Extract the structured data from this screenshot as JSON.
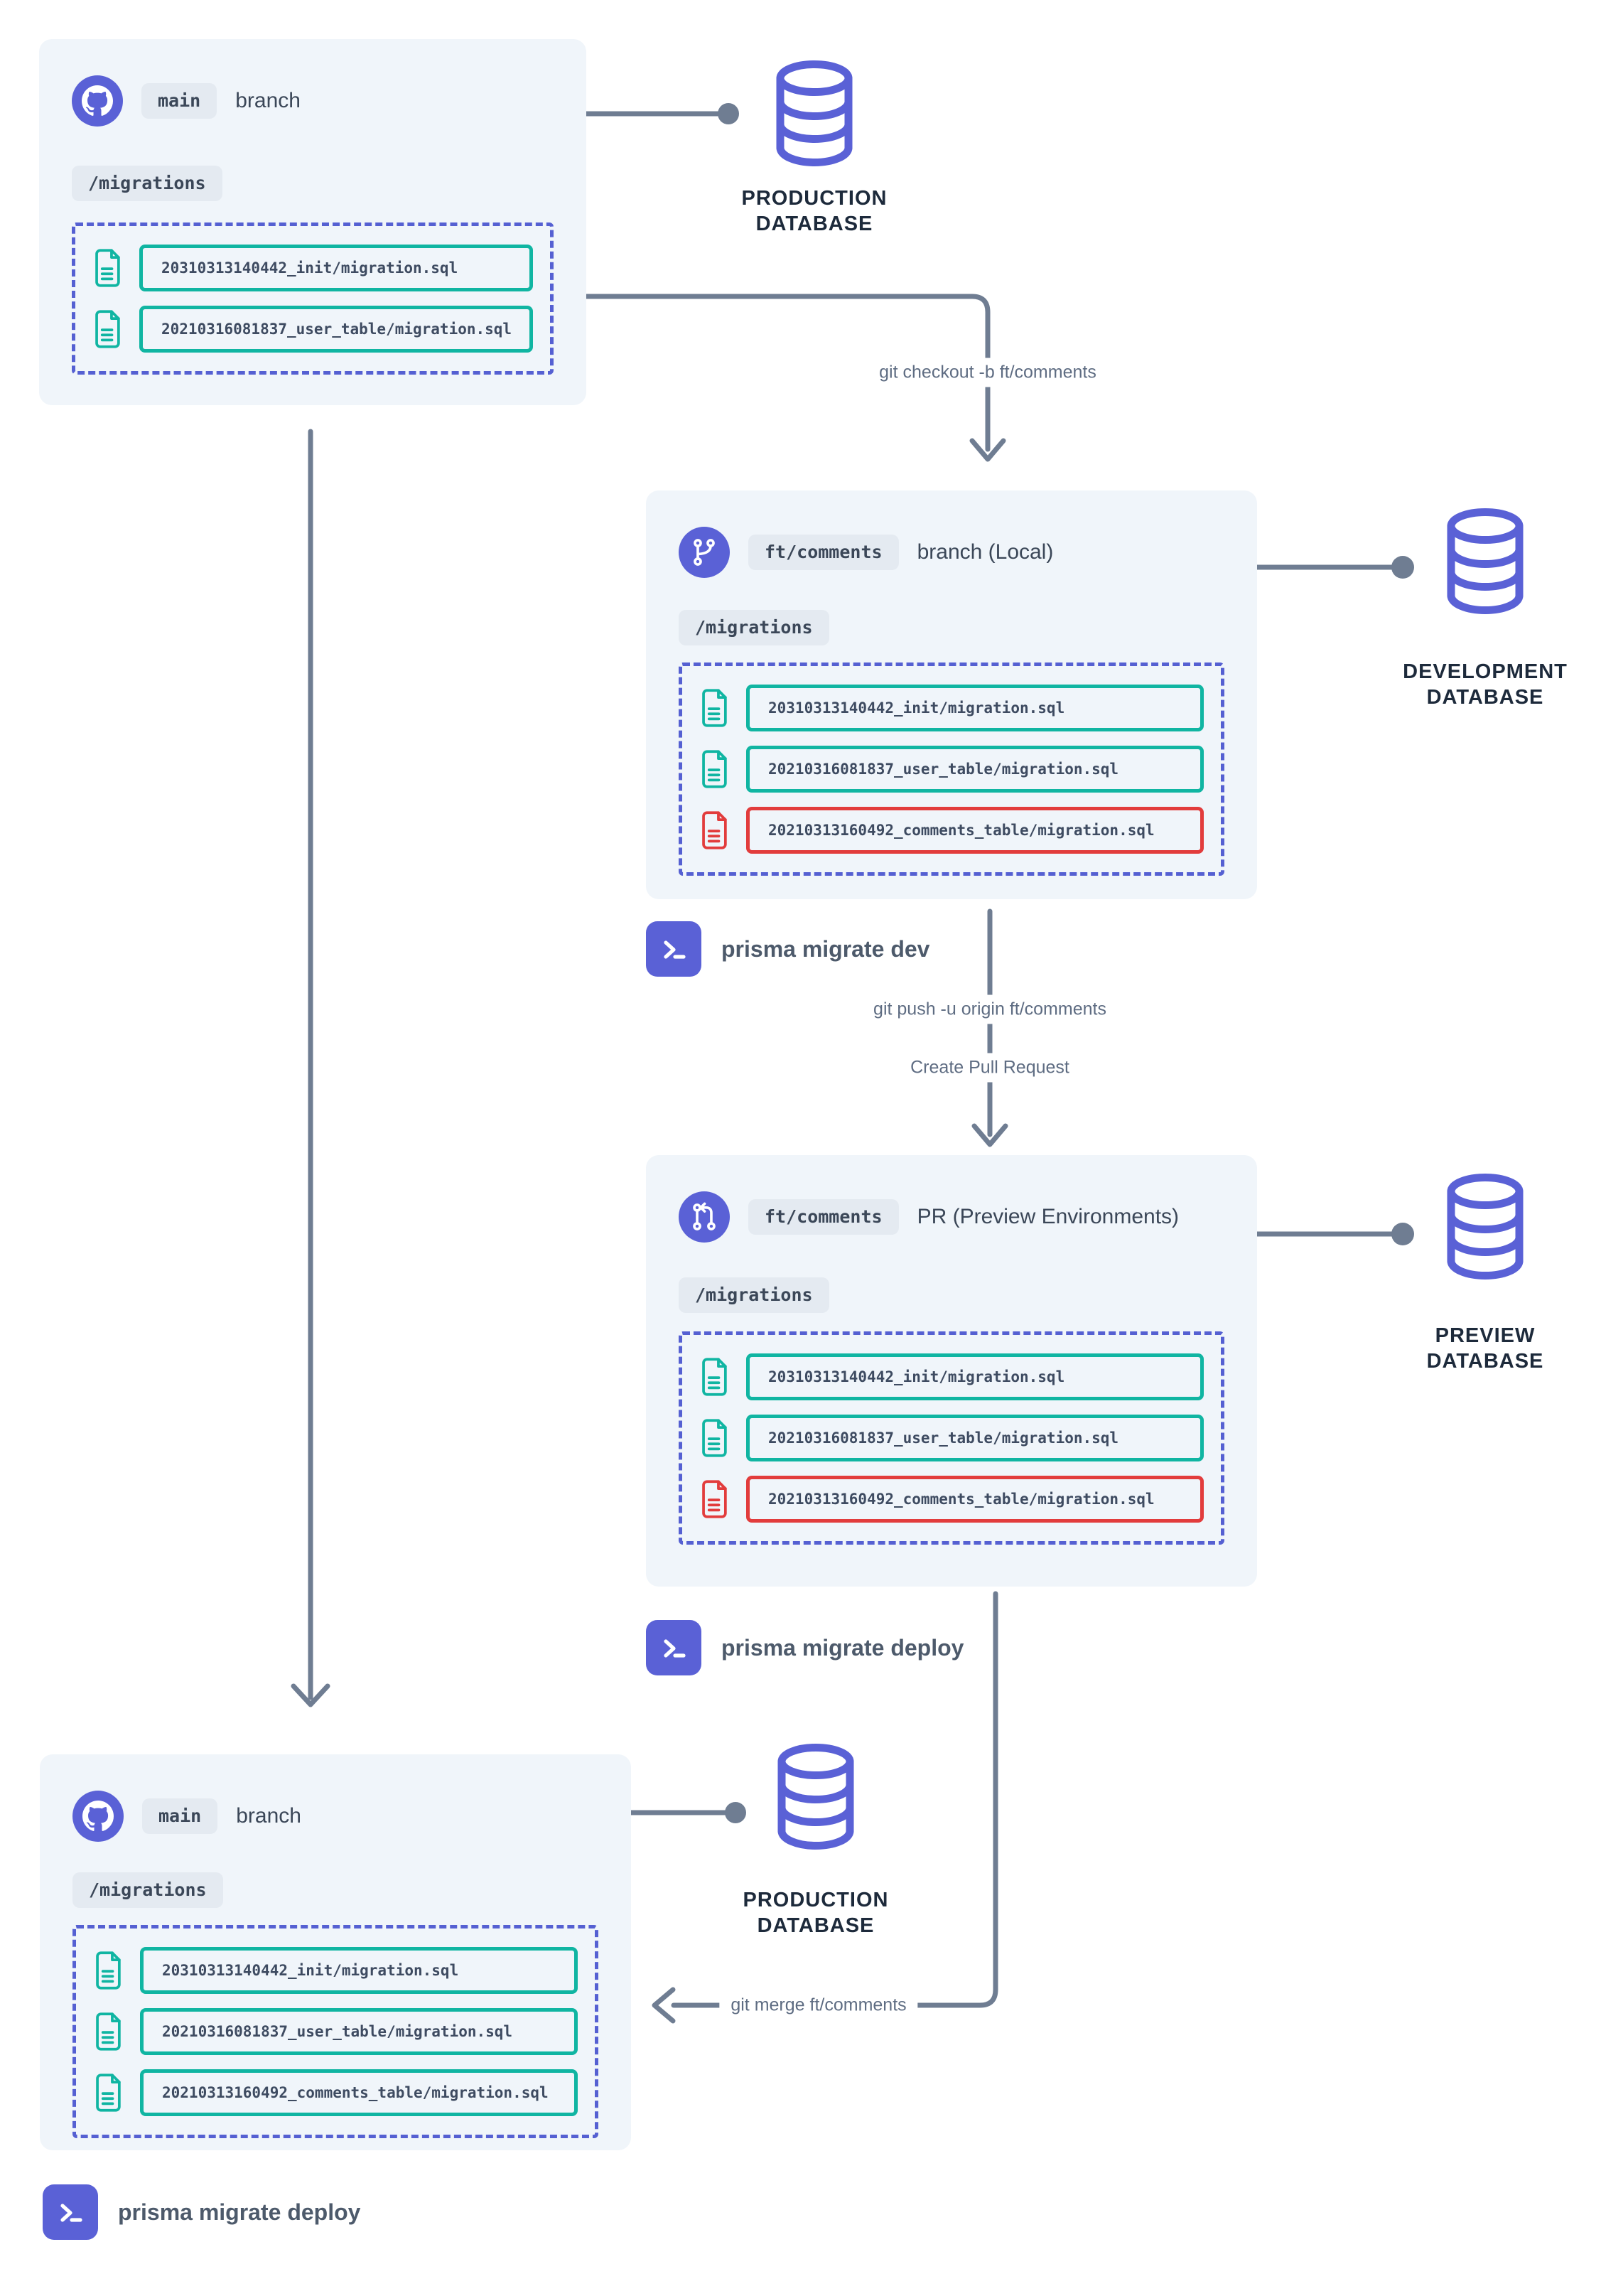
{
  "colors": {
    "accent_purple": "#5A61D6",
    "migration_applied_teal": "#10B5A2",
    "migration_new_red": "#E23C3C",
    "wire_gray": "#6F7D92",
    "panel_background": "#F0F5FA",
    "chip_background": "#E4EAF1"
  },
  "icons": {
    "github": "github-icon",
    "git_branch": "git-branch-icon",
    "git_pull_request": "git-pull-request-icon",
    "sql_file": "sql-file-icon",
    "database": "database-icon",
    "terminal": "terminal-icon"
  },
  "panels": {
    "top_main": {
      "badge": "main",
      "label": "branch",
      "folder": "/migrations",
      "files": [
        {
          "name": "20310313140442_init/migration.sql",
          "status": "applied"
        },
        {
          "name": "20210316081837_user_table/migration.sql",
          "status": "applied"
        }
      ]
    },
    "local_branch": {
      "badge": "ft/comments",
      "label": "branch (Local)",
      "folder": "/migrations",
      "files": [
        {
          "name": "20310313140442_init/migration.sql",
          "status": "applied"
        },
        {
          "name": "20210316081837_user_table/migration.sql",
          "status": "applied"
        },
        {
          "name": "20210313160492_comments_table/migration.sql",
          "status": "new"
        }
      ]
    },
    "pr_preview": {
      "badge": "ft/comments",
      "label": "PR (Preview Environments)",
      "folder": "/migrations",
      "files": [
        {
          "name": "20310313140442_init/migration.sql",
          "status": "applied"
        },
        {
          "name": "20210316081837_user_table/migration.sql",
          "status": "applied"
        },
        {
          "name": "20210313160492_comments_table/migration.sql",
          "status": "new"
        }
      ]
    },
    "bottom_main": {
      "badge": "main",
      "label": "branch",
      "folder": "/migrations",
      "files": [
        {
          "name": "20310313140442_init/migration.sql",
          "status": "applied"
        },
        {
          "name": "20210316081837_user_table/migration.sql",
          "status": "applied"
        },
        {
          "name": "20210313160492_comments_table/migration.sql",
          "status": "applied"
        }
      ]
    }
  },
  "databases": {
    "production_top": {
      "lines": [
        "PRODUCTION",
        "DATABASE"
      ]
    },
    "development": {
      "lines": [
        "DEVELOPMENT",
        "DATABASE"
      ]
    },
    "preview": {
      "lines": [
        "PREVIEW",
        "DATABASE"
      ]
    },
    "production_bottom": {
      "lines": [
        "PRODUCTION",
        "DATABASE"
      ]
    }
  },
  "commands": {
    "migrate_dev": "prisma migrate dev",
    "migrate_deploy_preview": "prisma migrate deploy",
    "migrate_deploy_production": "prisma migrate deploy"
  },
  "edges": {
    "checkout": "git checkout -b ft/comments",
    "push": "git push -u origin ft/comments",
    "create_pr": "Create Pull Request",
    "merge": "git merge ft/comments"
  }
}
